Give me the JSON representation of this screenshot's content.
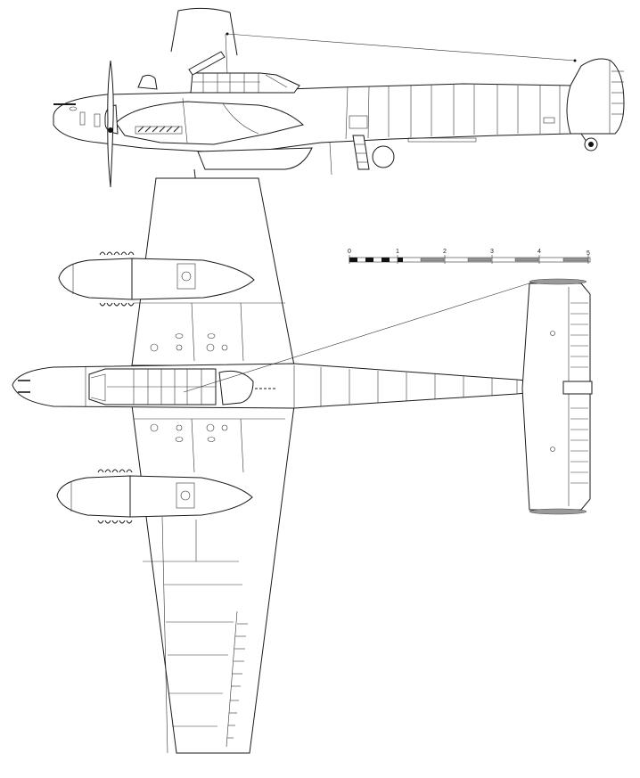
{
  "diagram": {
    "subject": "twin-engine aircraft three-view line drawing",
    "views": [
      {
        "name": "side-view",
        "label": ""
      },
      {
        "name": "plan-view-underside",
        "label": ""
      }
    ],
    "scale_bar": {
      "unit_labels": [
        "0",
        "1",
        "2",
        "3",
        "4",
        "5"
      ],
      "first_segment_subdivisions": 5,
      "colors": {
        "dark": "#111111",
        "light": "#ffffff",
        "shaded": "#9a9a9a"
      }
    },
    "line_color": "#1a1a1a",
    "background": "#ffffff"
  }
}
